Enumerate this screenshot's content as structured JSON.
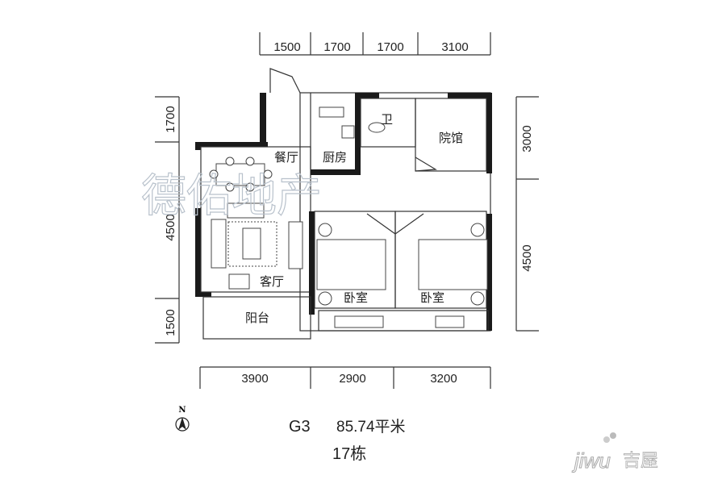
{
  "dimensions": {
    "top": [
      "1500",
      "1700",
      "1700",
      "3100"
    ],
    "left": [
      "1700",
      "4500",
      "1500"
    ],
    "right": [
      "3000",
      "4500"
    ],
    "bottom": [
      "3900",
      "2900",
      "3200"
    ]
  },
  "rooms": {
    "dining": "餐厅",
    "kitchen": "厨房",
    "bathroom": "卫",
    "study": "院馆",
    "living": "客厅",
    "bedroom1": "卧室",
    "bedroom2": "卧室",
    "balcony": "阳台"
  },
  "compass": {
    "label": "N"
  },
  "caption": {
    "unit_type": "G3",
    "area": "85.74平米",
    "building": "17栋"
  },
  "watermark": "德佑地产",
  "logo": {
    "latin": "jiwu",
    "cn": "吉屋"
  }
}
